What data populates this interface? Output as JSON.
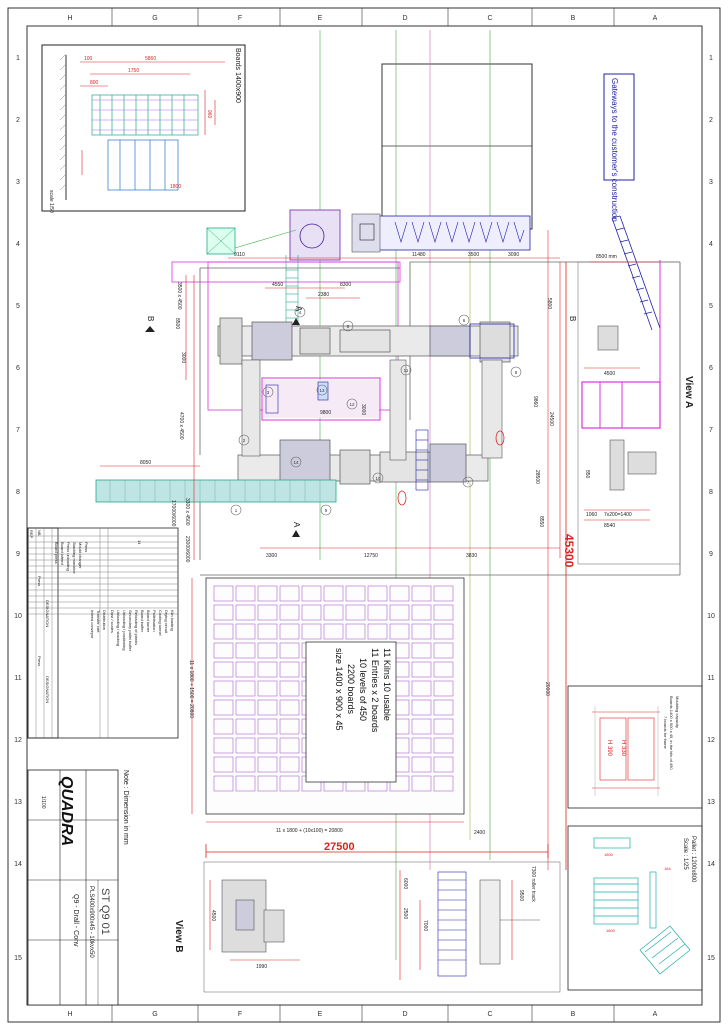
{
  "border": {
    "col_labels": [
      "H",
      "G",
      "F",
      "E",
      "D",
      "C",
      "B",
      "A"
    ],
    "row_labels": [
      "1",
      "2",
      "3",
      "4",
      "5",
      "6",
      "7",
      "8",
      "9",
      "10",
      "11",
      "12",
      "13",
      "14",
      "15"
    ]
  },
  "top_left_inset": {
    "title": "Boards 1400x900",
    "dims": [
      "5860",
      "1750",
      "1800",
      "960",
      "800",
      "100"
    ],
    "scale": "scale 1/50"
  },
  "gateways_note": "Gateways to the customer's construction",
  "view_a": {
    "label": "View A",
    "dims": [
      "8500 mm",
      "4500",
      "850",
      "1060",
      "7x200=1400",
      "8540"
    ],
    "marker": "B"
  },
  "plan": {
    "marker_a": "A",
    "marker_b": "B",
    "top_dims": [
      "9110",
      "11480",
      "3500",
      "3090"
    ],
    "dims": [
      "4550",
      "2380",
      "8300",
      "5800",
      "9860",
      "24500",
      "28500",
      "8550",
      "3300",
      "12750",
      "3830",
      "8050",
      "9800",
      "3000"
    ],
    "left_dims": [
      "3500 x 4500",
      "8500",
      "3000",
      "4700 x 4500",
      "17000/6000",
      "23000/6000",
      "3300 x 4500"
    ],
    "callouts": [
      "1",
      "2",
      "3",
      "4",
      "5",
      "6",
      "7",
      "8",
      "9",
      "10",
      "11",
      "12",
      "13",
      "14"
    ]
  },
  "overall_width": "45300",
  "kiln_block": {
    "lines": [
      "11 Kilns 10 usable",
      "11 Entries x 2 boards",
      "10 levels of 450",
      "2200 boards",
      "size 1400 x 900 x 45"
    ],
    "bottom_dim": "11 x 1800 + (10x100) = 20800",
    "side_dim": "11 x 1800 + 1500 = 20800",
    "right_dim": "20000",
    "dim_2400": "2400"
  },
  "overall_height": "27500",
  "designation_table": {
    "rows": [
      {
        "n": "14",
        "d": "Dust / scales"
      },
      {
        "n": "13",
        "d": "Unloading / stacking"
      },
      {
        "n": "12",
        "d": "Unloading / positioning"
      },
      {
        "n": "11",
        "d": "Secondary pallet buffer"
      },
      {
        "n": "10",
        "d": "Reloading of planks"
      },
      {
        "n": "9",
        "d": "Board buffer"
      },
      {
        "n": "8",
        "d": "Board turner"
      },
      {
        "n": "7",
        "d": "Palletisation"
      },
      {
        "n": "6",
        "d": "Cooling tunnel"
      },
      {
        "n": "5",
        "d": "Drying circuit"
      },
      {
        "n": "4",
        "d": "Kiln loading"
      },
      {
        "n": "3",
        "d": "Distribution"
      },
      {
        "n": "2",
        "d": "Transfer cart"
      },
      {
        "n": "1",
        "d": "Infeed conveyor"
      }
    ],
    "left_rows": [
      "Board press",
      "Board infeed",
      "Press unloading",
      "Stacking machine",
      "Mould changer",
      "Press"
    ],
    "head_rep": "REP",
    "head_nb": "NB",
    "head_designation": "DESIGNATION",
    "head_designation2": "DESIGNATION",
    "press_label": "Press"
  },
  "title_block": {
    "company": "QUADRA",
    "note": "Note : Dimension in mm",
    "project": "Q9 - Drall - Conv",
    "subtitle": "PLS400x900x45 - 10kvx50",
    "drawing_no": "ST Q9 01",
    "scale": "1/100"
  },
  "pallet_inset": {
    "title": "Pallet : 1200x800",
    "scale": "Scale : 1/25",
    "dims": [
      "1800",
      "1800",
      "184"
    ]
  },
  "stacking_inset": {
    "title": "Moulding capacity",
    "subtitle": "Boards 1400 x 900 x 45, in the kiln of 450",
    "note": "7 boards for frame",
    "dims": [
      "H 330",
      "H 390"
    ]
  },
  "view_b": {
    "label": "View B",
    "dims": [
      "4500",
      "1990",
      "6000",
      "9500",
      "2500",
      "7000",
      "7300 roller track"
    ]
  }
}
